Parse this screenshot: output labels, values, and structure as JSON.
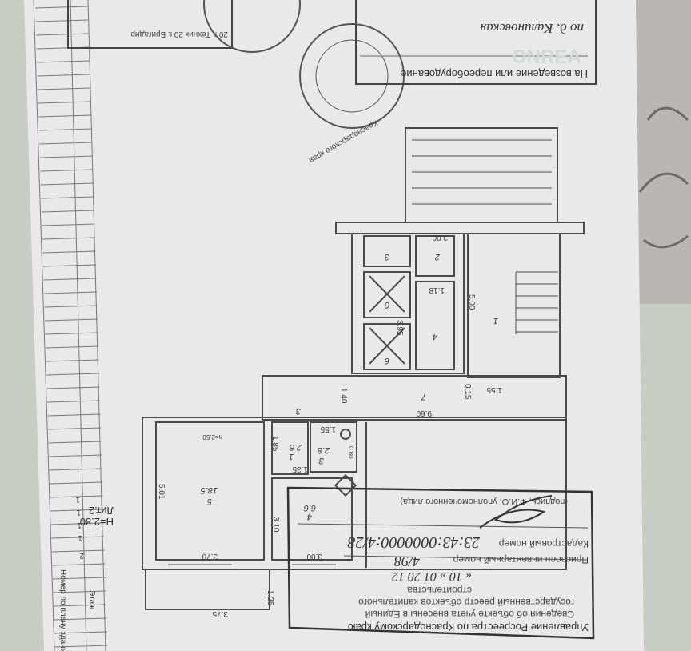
{
  "colors": {
    "background": "#c8cdc3",
    "paper": "#e8e9e8",
    "ink": "#3a3a3a",
    "fabric": "#b9b6b4"
  },
  "top_stamp": {
    "title": "На возведение или переоборудование",
    "handwritten": "по д. Калиновская",
    "seal_text": "Краснодарского края",
    "watermark": "ONREA"
  },
  "top_left_stamp": {
    "line": "20  г. Техник    20  г. Бригадир"
  },
  "floor_plan": {
    "rooms": [
      {
        "number": "1",
        "area": ""
      },
      {
        "number": "2",
        "area": ""
      },
      {
        "number": "3",
        "area": ""
      },
      {
        "number": "4",
        "area": ""
      },
      {
        "number": "5",
        "area": ""
      },
      {
        "number": "6",
        "area": ""
      },
      {
        "number": "7",
        "area": ""
      },
      {
        "number": "3",
        "area": ""
      },
      {
        "number": "1",
        "area": "2.5"
      },
      {
        "number": "3",
        "area": "2.8"
      },
      {
        "number": "5",
        "area": "18.5"
      },
      {
        "number": "4",
        "area": "6.6"
      }
    ],
    "dimensions": [
      "3.00",
      "5.00",
      "1.18",
      "3.95",
      "1.40",
      "9.60",
      "1.55",
      "0.15",
      "h=2.50",
      "5.01",
      "3.10",
      "3.70",
      "3.00",
      "1.25",
      "3.75",
      "1.85",
      "1.35",
      "1.55",
      "0.80"
    ]
  },
  "left_strip": {
    "lit": "Лит.2",
    "height": "Н=2.80",
    "floor_label": "Этаж",
    "plan_number_label": "Номер по плану здания",
    "floor_values": [
      "1",
      "1",
      "1",
      "1",
      "2"
    ]
  },
  "bottom_stamp": {
    "line1": "Управление Росреестра по Краснодарскому краю",
    "line2": "Сведения об объекте учета внесены в Единый",
    "line3": "государственный реестр объектов капитального",
    "line4": "строительства",
    "date": "« 10 » 01   20 12",
    "inventory_label": "Присвоен инвентарный номер",
    "inventory_value": "4/98",
    "cadastral_label": "Кадастровый номер",
    "cadastral_value": "23:43:0000000:4/28",
    "signature_label": "(подпись, Ф.И.О. уполномоченного лица)"
  }
}
